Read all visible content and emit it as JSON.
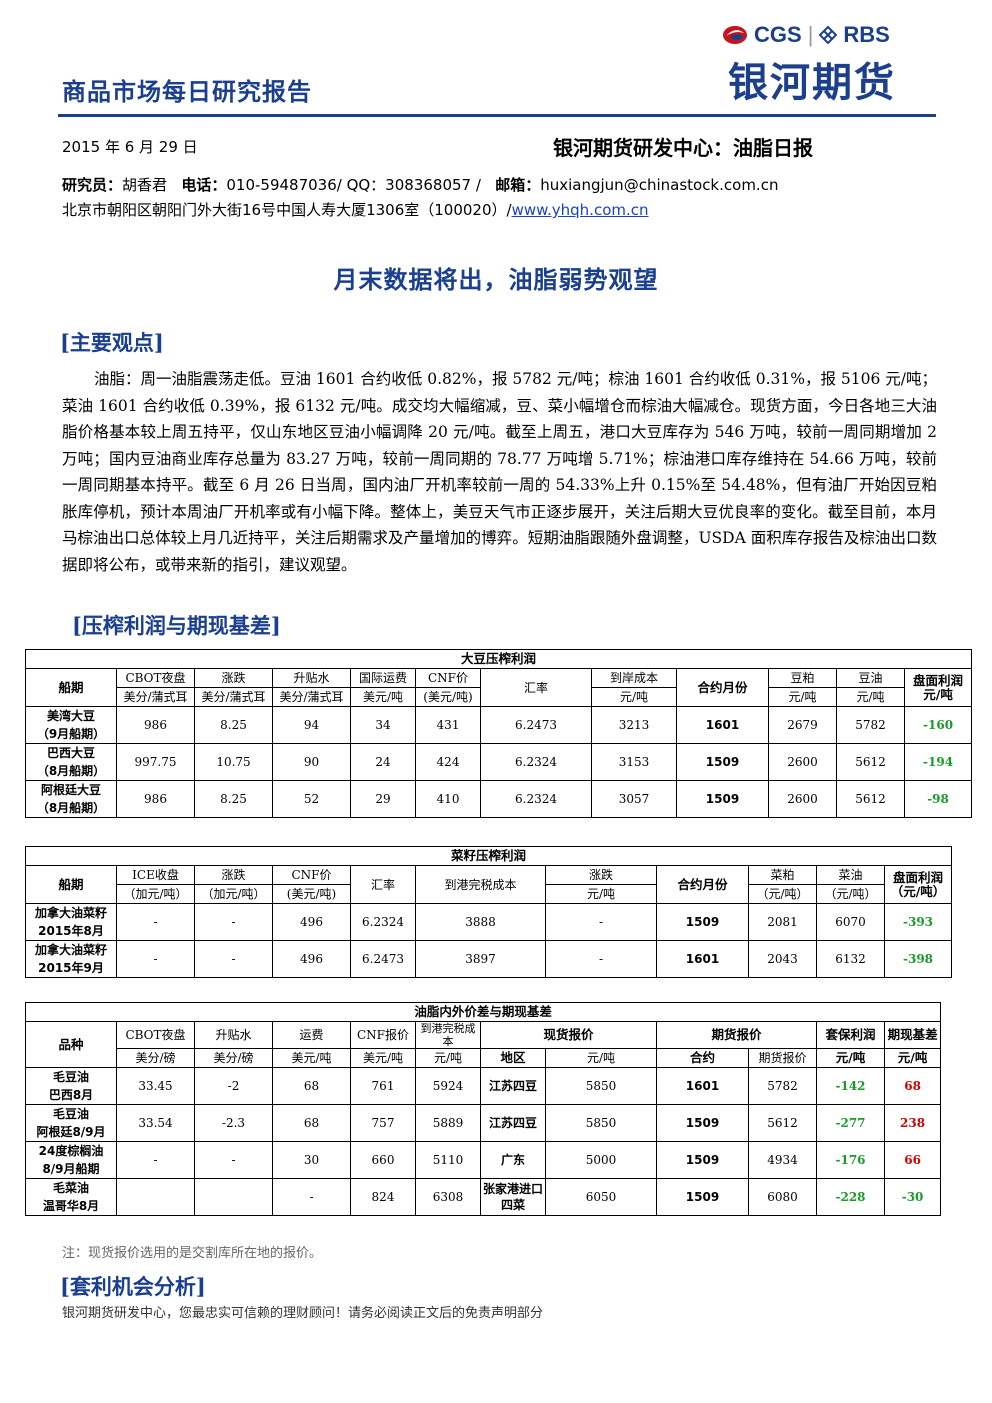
{
  "header": {
    "report_type": "商品市场每日研究报告",
    "logo_cgs": "CGS",
    "logo_sep": "|",
    "logo_rbs": "RBS",
    "logo_main": "银河期货",
    "date": "2015 年 6 月 29 日",
    "center_name": "银河期货研发中心：油脂日报",
    "researcher_label": "研究员：",
    "researcher": "胡香君",
    "phone_label": "电话：",
    "phone": "010-59487036/ QQ：308368057 /",
    "email_label": "邮箱：",
    "email": "huxiangjun@chinastock.com.cn",
    "address": "北京市朝阳区朝阳门外大街16号中国人寿大厦1306室（100020）/",
    "website": "www.yhqh.com.cn"
  },
  "headline": "月末数据将出，油脂弱势观望",
  "main_view": {
    "heading": "[主要观点]",
    "paragraph": "油脂：周一油脂震荡走低。豆油 1601 合约收低 0.82%，报 5782 元/吨；棕油 1601 合约收低 0.31%，报 5106 元/吨；菜油 1601 合约收低 0.39%，报 6132 元/吨。成交均大幅缩减，豆、菜小幅增仓而棕油大幅减仓。现货方面，今日各地三大油脂价格基本较上周五持平，仅山东地区豆油小幅调降 20 元/吨。截至上周五，港口大豆库存为 546 万吨，较前一周同期增加 2 万吨；国内豆油商业库存总量为 83.27 万吨，较前一周同期的 78.77 万吨增 5.71%；棕油港口库存维持在 54.66 万吨，较前一周同期基本持平。截至 6 月 26 日当周，国内油厂开机率较前一周的 54.33%上升 0.15%至 54.48%，但有油厂开始因豆粕胀库停机，预计本周油厂开机率或有小幅下降。整体上，美豆天气市正逐步展开，关注后期大豆优良率的变化。截至目前，本月马棕油出口总体较上月几近持平，关注后期需求及产量增加的博弈。短期油脂跟随外盘调整，USDA 面积库存报告及棕油出口数据即将公布，或带来新的指引，建议观望。"
  },
  "basis_section": {
    "heading": "[压榨利润与期现基差]"
  },
  "soy_table": {
    "title": "大豆压榨利润",
    "h_ship": "船期",
    "h_cbot": "CBOT夜盘",
    "u_cbot": "美分/蒲式耳",
    "h_change": "涨跌",
    "u_change": "美分/蒲式耳",
    "h_premium": "升贴水",
    "u_premium": "美分/蒲式耳",
    "h_freight": "国际运费",
    "u_freight": "美元/吨",
    "h_cnf": "CNF价",
    "u_cnf": "(美元/吨)",
    "h_rate": "汇率",
    "h_cost": "到岸成本",
    "u_cost": "元/吨",
    "h_contract": "合约月份",
    "h_meal": "豆粕",
    "u_meal": "元/吨",
    "h_oil": "豆油",
    "u_oil": "元/吨",
    "h_profit": "盘面利润元/吨",
    "rows": [
      {
        "name1": "美湾大豆",
        "name2": "（9月船期）",
        "cbot": "986",
        "change": "8.25",
        "premium": "94",
        "freight": "34",
        "cnf": "431",
        "rate": "6.2473",
        "cost": "3213",
        "contract": "1601",
        "meal": "2679",
        "oil": "5782",
        "profit": "-160"
      },
      {
        "name1": "巴西大豆",
        "name2": "（8月船期）",
        "cbot": "997.75",
        "change": "10.75",
        "premium": "90",
        "freight": "24",
        "cnf": "424",
        "rate": "6.2324",
        "cost": "3153",
        "contract": "1509",
        "meal": "2600",
        "oil": "5612",
        "profit": "-194"
      },
      {
        "name1": "阿根廷大豆",
        "name2": "（8月船期）",
        "cbot": "986",
        "change": "8.25",
        "premium": "52",
        "freight": "29",
        "cnf": "410",
        "rate": "6.2324",
        "cost": "3057",
        "contract": "1509",
        "meal": "2600",
        "oil": "5612",
        "profit": "-98"
      }
    ]
  },
  "rapeseed_table": {
    "title": "菜籽压榨利润",
    "h_ship": "船期",
    "h_ice": "ICE收盘",
    "u_ice": "（加元/吨）",
    "h_change": "涨跌",
    "u_change": "（加元/吨）",
    "h_cnf": "CNF价",
    "u_cnf": "(美元/吨)",
    "h_rate": "汇率",
    "h_cost": "到港完税成本",
    "h_change2": "涨跌",
    "u_change2": "元/吨",
    "h_contract": "合约月份",
    "h_meal": "菜粕",
    "u_meal": "（元/吨）",
    "h_oil": "菜油",
    "u_oil": "（元/吨）",
    "h_profit": "盘面利润（元/吨）",
    "rows": [
      {
        "name1": "加拿大油菜籽",
        "name2": "2015年8月",
        "ice": "-",
        "change": "-",
        "cnf": "496",
        "rate": "6.2324",
        "cost": "3888",
        "change2": "-",
        "contract": "1509",
        "meal": "2081",
        "oil": "6070",
        "profit": "-393"
      },
      {
        "name1": "加拿大油菜籽",
        "name2": "2015年9月",
        "ice": "-",
        "change": "-",
        "cnf": "496",
        "rate": "6.2473",
        "cost": "3897",
        "change2": "-",
        "contract": "1601",
        "meal": "2043",
        "oil": "6132",
        "profit": "-398"
      }
    ]
  },
  "oil_table": {
    "title": "油脂内外价差与期现基差",
    "h_variety": "品种",
    "h_cbot": "CBOT夜盘",
    "u_cbot": "美分/磅",
    "h_premium": "升贴水",
    "u_premium": "美分/磅",
    "h_freight": "运费",
    "u_freight": "美元/吨",
    "h_cnf": "CNF报价",
    "u_cnf": "美元/吨",
    "h_cost": "到港完税成本",
    "u_cost": "元/吨",
    "h_spot": "现货报价",
    "u_region": "地区",
    "u_spot": "元/吨",
    "h_futures": "期货报价",
    "u_contract": "合约",
    "u_fprice": "期货报价",
    "h_hedge": "套保利润",
    "u_hedge": "元/吨",
    "h_basis": "期现基差",
    "u_basis": "元/吨",
    "rows": [
      {
        "name1": "毛豆油",
        "name2": "巴西8月",
        "cbot": "33.45",
        "premium": "-2",
        "freight": "68",
        "cnf": "761",
        "cost": "5924",
        "region": "江苏四豆",
        "spot": "5850",
        "contract": "1601",
        "fprice": "5782",
        "hedge": "-142",
        "basis": "68",
        "basis_color": "red"
      },
      {
        "name1": "毛豆油",
        "name2": "阿根廷8/9月",
        "cbot": "33.54",
        "premium": "-2.3",
        "freight": "68",
        "cnf": "757",
        "cost": "5889",
        "region": "江苏四豆",
        "spot": "5850",
        "contract": "1509",
        "fprice": "5612",
        "hedge": "-277",
        "basis": "238",
        "basis_color": "red"
      },
      {
        "name1": "24度棕榈油",
        "name2": "8/9月船期",
        "cbot": "-",
        "premium": "-",
        "freight": "30",
        "cnf": "660",
        "cost": "5110",
        "region": "广东",
        "spot": "5000",
        "contract": "1509",
        "fprice": "4934",
        "hedge": "-176",
        "basis": "66",
        "basis_color": "red"
      },
      {
        "name1": "毛菜油",
        "name2": "温哥华8月",
        "cbot": "",
        "premium": "",
        "freight": "-",
        "cnf": "824",
        "cost": "6308",
        "region": "张家港进口四菜",
        "spot": "6050",
        "contract": "1509",
        "fprice": "6080",
        "hedge": "-228",
        "basis": "-30",
        "basis_color": "green"
      }
    ]
  },
  "note": "注：现货报价选用的是交割库所在地的报价。",
  "arbitrage": {
    "heading": "[套利机会分析]"
  },
  "footer": "银河期货研发中心，您最忠实可信赖的理财顾问！请务必阅读正文后的免责声明部分",
  "colors": {
    "brand_blue": "#1a3f8f",
    "negative_green": "#1a9a2a",
    "positive_red": "#d00000"
  }
}
